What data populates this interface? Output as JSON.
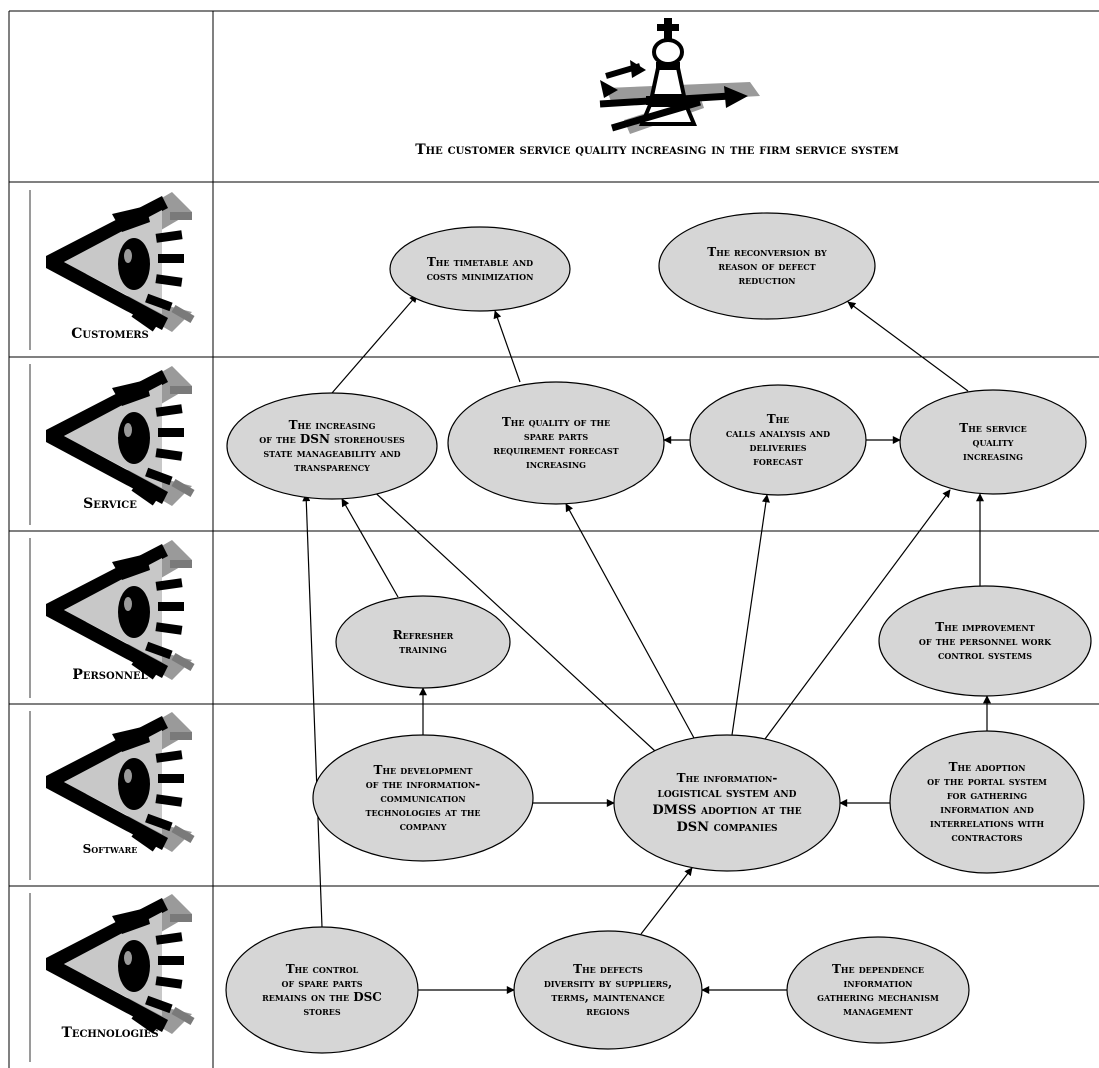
{
  "diagram": {
    "title": "The customer service quality increasing in the firm service system",
    "perspectives": [
      {
        "id": "customers",
        "label": "Customers"
      },
      {
        "id": "service",
        "label": "Service"
      },
      {
        "id": "personnel",
        "label": "Personnel"
      },
      {
        "id": "software",
        "label": "Software"
      },
      {
        "id": "technologies",
        "label": "Technologies"
      }
    ],
    "nodes": [
      {
        "id": "timetable",
        "lines": [
          "The timetable and",
          "costs minimization"
        ]
      },
      {
        "id": "reconversion",
        "lines": [
          "The reconversion by",
          "reason of defect",
          "reduction"
        ]
      },
      {
        "id": "dsn_storehouses",
        "lines": [
          "The increasing",
          "of the DSN storehouses",
          "state manageability and",
          "transparency"
        ]
      },
      {
        "id": "spare_parts_forecast",
        "lines": [
          "The quality of the",
          "spare parts",
          "requirement forecast",
          "increasing"
        ]
      },
      {
        "id": "calls_analysis",
        "lines": [
          "The",
          "calls analysis and",
          "deliveries",
          "forecast"
        ]
      },
      {
        "id": "service_quality",
        "lines": [
          "The service",
          "quality",
          "increasing"
        ]
      },
      {
        "id": "refresher",
        "lines": [
          "Refresher",
          "training"
        ]
      },
      {
        "id": "personnel_control",
        "lines": [
          "The improvement",
          "of the personnel work",
          "control systems"
        ]
      },
      {
        "id": "ict_development",
        "lines": [
          "The development",
          "of the information-",
          "communication",
          "technologies at the",
          "company"
        ]
      },
      {
        "id": "ils_dmss",
        "lines": [
          "The information-",
          "logistical system and",
          "DMSS adoption at the",
          "DSN companies"
        ]
      },
      {
        "id": "portal",
        "lines": [
          "The adoption",
          "of the portal system",
          "for gathering",
          "information and",
          "interrelations with",
          "contractors"
        ]
      },
      {
        "id": "spare_control",
        "lines": [
          "The control",
          "of spare parts",
          "remains on the DSC",
          "stores"
        ]
      },
      {
        "id": "defects_diversity",
        "lines": [
          "The defects",
          "diversity by suppliers,",
          "terms, maintenance",
          "regions"
        ]
      },
      {
        "id": "dependence",
        "lines": [
          "The dependence",
          "information",
          "gathering mechanism",
          "management"
        ]
      }
    ],
    "links": [
      {
        "from": "dsn_storehouses",
        "to": "timetable"
      },
      {
        "from": "spare_parts_forecast",
        "to": "timetable"
      },
      {
        "from": "service_quality",
        "to": "reconversion"
      },
      {
        "from": "calls_analysis",
        "to": "spare_parts_forecast"
      },
      {
        "from": "calls_analysis",
        "to": "service_quality"
      },
      {
        "from": "refresher",
        "to": "dsn_storehouses"
      },
      {
        "from": "spare_control",
        "to": "dsn_storehouses"
      },
      {
        "from": "ils_dmss",
        "to": "dsn_storehouses"
      },
      {
        "from": "ils_dmss",
        "to": "spare_parts_forecast"
      },
      {
        "from": "ils_dmss",
        "to": "calls_analysis"
      },
      {
        "from": "ils_dmss",
        "to": "service_quality"
      },
      {
        "from": "personnel_control",
        "to": "service_quality"
      },
      {
        "from": "ict_development",
        "to": "refresher"
      },
      {
        "from": "ict_development",
        "to": "ils_dmss"
      },
      {
        "from": "portal",
        "to": "ils_dmss"
      },
      {
        "from": "portal",
        "to": "personnel_control"
      },
      {
        "from": "spare_control",
        "to": "defects_diversity"
      },
      {
        "from": "dependence",
        "to": "defects_diversity"
      },
      {
        "from": "defects_diversity",
        "to": "ils_dmss"
      }
    ],
    "icons": {
      "perspective": "eye-icon",
      "header": "chess-king-icon"
    },
    "colors": {
      "ellipse_fill": "#d6d6d6",
      "stroke": "#000000",
      "background": "#ffffff"
    }
  }
}
